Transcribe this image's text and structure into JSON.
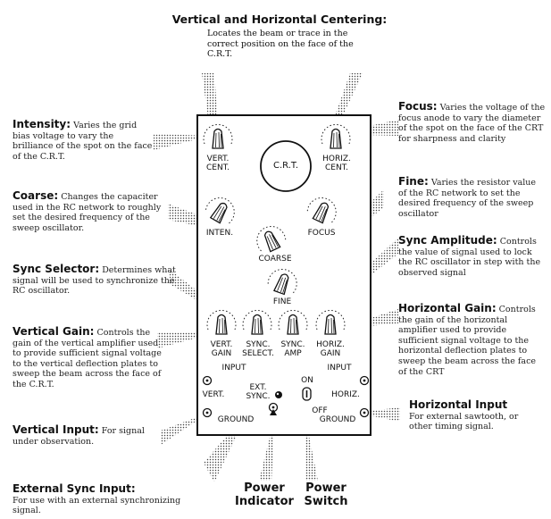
{
  "title": "Vertical and Horizontal Centering:",
  "title_desc": "Locates the beam or trace in the correct position on the face of the C.R.T.",
  "annotations": {
    "intensity": {
      "name": "Intensity:",
      "desc": "Varies the grid bias voltage to vary the brilliance of the spot on the face of the C.R.T."
    },
    "coarse": {
      "name": "Coarse:",
      "desc": "Changes the capaciter used in the RC network to roughly set the desired frequency of the sweep oscillator."
    },
    "sync_selector": {
      "name": "Sync Selector:",
      "desc": "Determines what signal will be used to synchronize the RC oscillator."
    },
    "vertical_gain": {
      "name": "Vertical Gain:",
      "desc": "Controls the gain of the vertical amplifier used to provide sufficient signal voltage to the vertical deflection plates to sweep the beam across the face of the C.R.T."
    },
    "vertical_input": {
      "name": "Vertical Input:",
      "desc": "For signal under observation."
    },
    "external_sync_input": {
      "name": "External Sync Input:",
      "desc": "For use with an external synchronizing signal."
    },
    "focus": {
      "name": "Focus:",
      "desc": "Varies the voltage of the focus anode to vary the diameter of the spot on the face of the CRT for sharpness and clarity"
    },
    "fine": {
      "name": "Fine:",
      "desc": "Varies the resistor value of the RC network to set the desired frequency of the sweep oscillator"
    },
    "sync_amplitude": {
      "name": "Sync Amplitude:",
      "desc": "Controls the value of signal used to lock the RC oscillator in step with the observed signal"
    },
    "horizontal_gain": {
      "name": "Horizontal Gain:",
      "desc": "Controls the gain of the horizontal amplifier used to provide sufficient signal voltage to the horizontal deflection plates to sweep the beam across the face of the CRT"
    },
    "horizontal_input": {
      "name": "Horizontal Input",
      "desc": "For external sawtooth, or other timing signal."
    },
    "power_indicator": {
      "name": "Power Indicator"
    },
    "power_switch": {
      "name": "Power Switch"
    }
  },
  "panel": {
    "crt": "C.R.T.",
    "vert_cent": "VERT. CENT.",
    "horiz_cent": "HORIZ. CENT.",
    "inten": "INTEN.",
    "focus": "FOCUS",
    "coarse": "COARSE",
    "fine": "FINE",
    "vert_gain": "VERT. GAIN",
    "sync_select": "SYNC. SELECT.",
    "sync_amp": "SYNC. AMP",
    "horiz_gain": "HORIZ. GAIN",
    "input_left": "INPUT",
    "input_right": "INPUT",
    "vert": "VERT.",
    "horiz": "HORIZ.",
    "ext_sync": "EXT. SYNC.",
    "on": "ON",
    "off": "OFF",
    "ground_left": "GROUND",
    "ground_right": "GROUND"
  }
}
